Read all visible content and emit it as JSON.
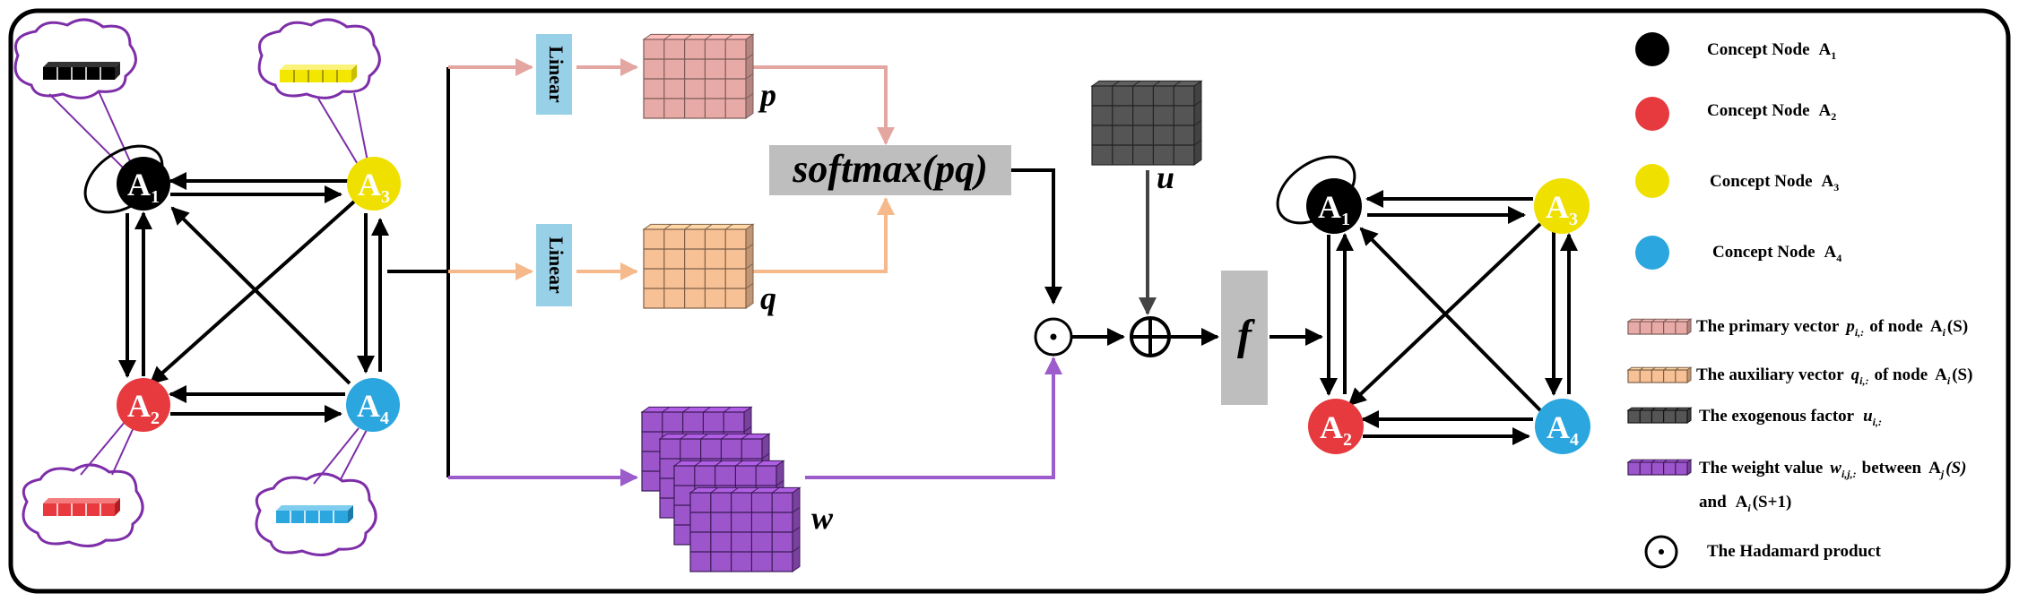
{
  "nodes": {
    "a1": {
      "letter": "A",
      "sub": "1",
      "color": "#000000"
    },
    "a2": {
      "letter": "A",
      "sub": "2",
      "color": "#e63a3f"
    },
    "a3": {
      "letter": "A",
      "sub": "3",
      "color": "#efe000"
    },
    "a4": {
      "letter": "A",
      "sub": "4",
      "color": "#2ba6de"
    }
  },
  "blocks": {
    "linear_top": "Linear",
    "linear_bottom": "Linear",
    "softmax": "softmax(pq)",
    "f": "f"
  },
  "symbols": {
    "p": "p",
    "q": "q",
    "u": "u",
    "w": "w",
    "hadamard": "⊙",
    "plus": "⊕"
  },
  "colors": {
    "p_cube": "#e8aaa6",
    "q_cube": "#f7c095",
    "u_cube": "#555555",
    "w_cube": "#9d55cc",
    "linear_box": "#98d0e8",
    "gray_box": "#bebebe",
    "cloud_outline": "#7d2ea8",
    "p_arrow": "#e4a6a0",
    "q_arrow": "#f6b98c",
    "w_arrow": "#9d5ccb"
  },
  "legend": {
    "node1": {
      "text": "Concept Node",
      "letter": "A",
      "sub": "1"
    },
    "node2": {
      "text": "Concept Node",
      "letter": "A",
      "sub": "2"
    },
    "node3": {
      "text": "Concept Node",
      "letter": "A",
      "sub": "3"
    },
    "node4": {
      "text": "Concept Node",
      "letter": "A",
      "sub": "4"
    },
    "primary": {
      "pre": "The primary vector",
      "var": "p",
      "sub": "i,:",
      "mid": "of node",
      "letter": "A",
      "lsub": "i",
      "post": "(S)"
    },
    "auxiliary": {
      "pre": "The auxiliary vector",
      "var": "q",
      "sub": "i,:",
      "mid": "of node",
      "letter": "A",
      "lsub": "i",
      "post": "(S)"
    },
    "exogenous": {
      "pre": "The exogenous factor",
      "var": "u",
      "sub": "i,:"
    },
    "weight": {
      "pre": "The weight value",
      "var": "w",
      "sub": "i,j,:",
      "mid": "between",
      "letter": "A",
      "lsub": "j",
      "post": "(S)",
      "line2_pre": "and",
      "line2_letter": "A",
      "line2_sub": "i",
      "line2_post": "(S+1)"
    },
    "hadamard": {
      "symbol": "⊙",
      "text": "The Hadamard product"
    }
  }
}
